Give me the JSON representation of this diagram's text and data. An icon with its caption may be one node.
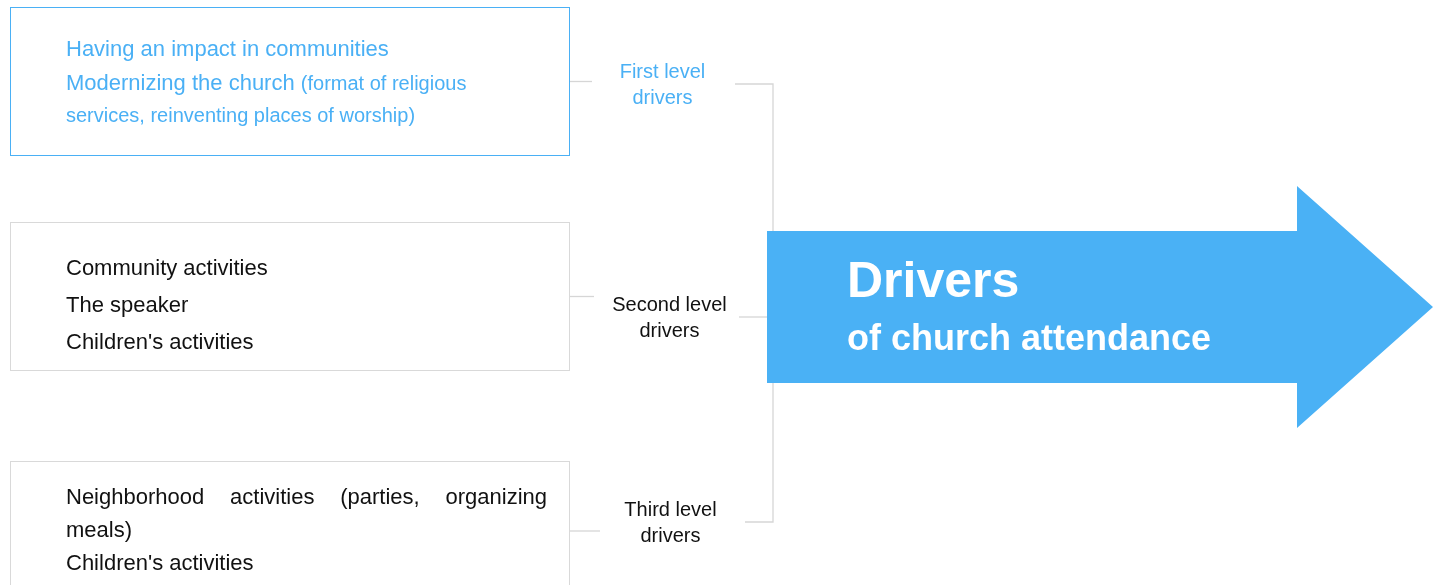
{
  "diagram": {
    "nodes": [
      {
        "text": [
          "Having an impact in communities",
          "Modernizing the church",
          "(format of religious services, reinventing places of worship)"
        ]
      },
      {
        "text": [
          "First level drivers"
        ]
      },
      {
        "text": [
          "Community activities",
          "The speaker",
          "Children's activities"
        ]
      },
      {
        "text": [
          "Second level drivers"
        ]
      },
      {
        "text": [
          "Neighborhood activities (parties, organizing meals)",
          "Children's activities"
        ]
      },
      {
        "text": [
          "Third level drivers"
        ]
      },
      {
        "text": [
          "Drivers",
          "of church attendance"
        ]
      }
    ],
    "edges": [
      {
        "from": 0,
        "to": 1,
        "arrow": "none"
      },
      {
        "from": 1,
        "to": 6,
        "arrow": "none"
      },
      {
        "from": 2,
        "to": 3,
        "arrow": "none"
      },
      {
        "from": 3,
        "to": 6,
        "arrow": "none"
      },
      {
        "from": 4,
        "to": 5,
        "arrow": "none"
      },
      {
        "from": 5,
        "to": 6,
        "arrow": "none"
      }
    ]
  }
}
